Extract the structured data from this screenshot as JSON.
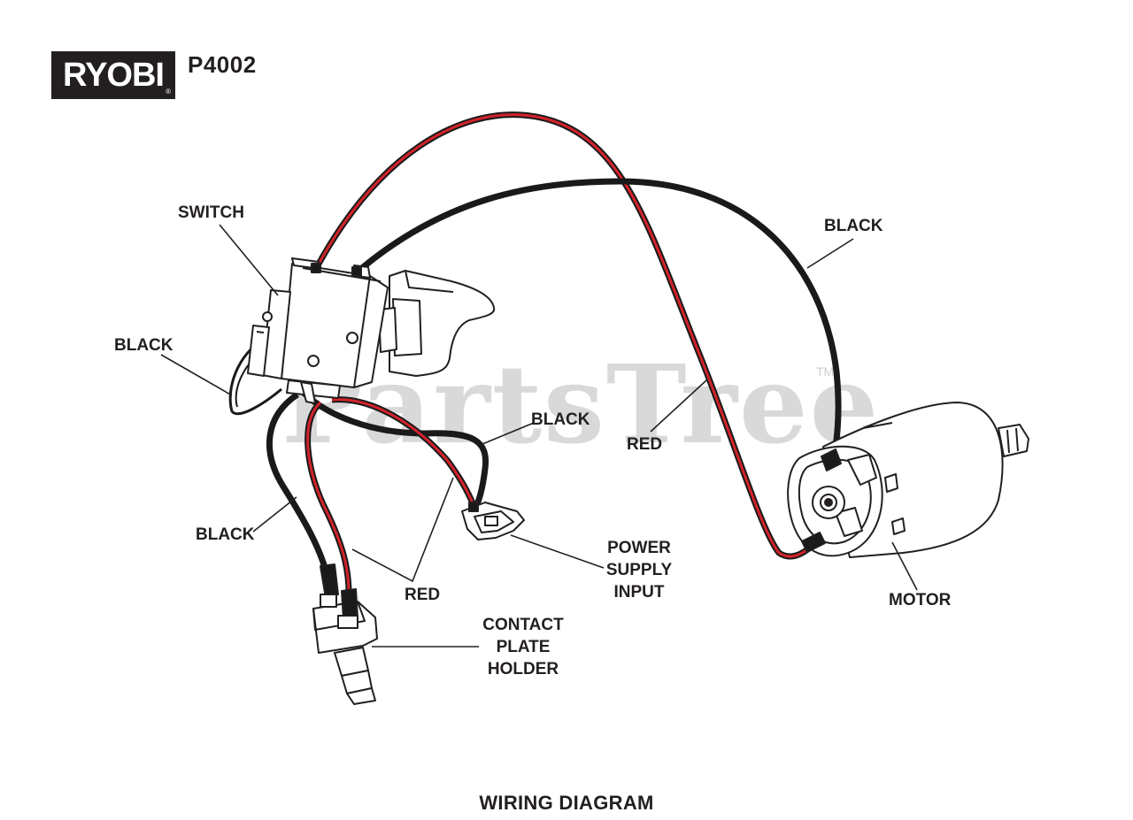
{
  "brand": {
    "logo_text": "RYOBI",
    "model": "P4002"
  },
  "watermark": {
    "text": "PartsTree",
    "tm": "TM"
  },
  "labels": {
    "switch": "SWITCH",
    "black_left": "BLACK",
    "black_top": "BLACK",
    "black_mid": "BLACK",
    "black_lower": "BLACK",
    "red_motor": "RED",
    "red_lower": "RED",
    "power_supply": [
      "POWER",
      "SUPPLY",
      "INPUT"
    ],
    "contact_plate": [
      "CONTACT",
      "PLATE",
      "HOLDER"
    ],
    "motor": "MOTOR"
  },
  "footer": {
    "title": "WIRING DIAGRAM"
  },
  "colors": {
    "wire_red": "#d2232a",
    "wire_black": "#1a1a1a",
    "ink": "#231f20",
    "watermark": "#d9d9d9"
  }
}
